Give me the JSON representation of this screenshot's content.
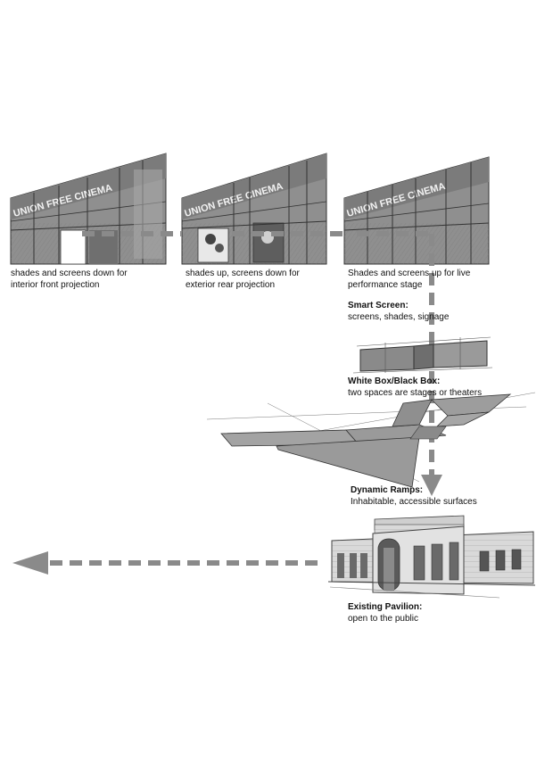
{
  "facades": [
    {
      "sign": "UNION FREE CINEMA",
      "caption": [
        "shades and screens down for",
        "interior front projection"
      ]
    },
    {
      "sign": "UNION FREE CINEMA",
      "caption": [
        "shades up, screens down for",
        "exterior rear projection"
      ]
    },
    {
      "sign": "UNION FREE CINEMA",
      "caption": [
        "Shades and screens up for live",
        "performance stage"
      ]
    }
  ],
  "stages": [
    {
      "title": "Smart Screen:",
      "subtitle": "screens, shades, signage"
    },
    {
      "title": "White Box/Black Box:",
      "subtitle": "two spaces are stages or theaters"
    },
    {
      "title": "Dynamic Ramps:",
      "subtitle": "Inhabitable, accessible surfaces"
    },
    {
      "title": "Existing Pavilion:",
      "subtitle": "open to the public"
    }
  ],
  "colors": {
    "glass": "#8e8e8e",
    "glass_dark": "#6d6d6d",
    "frame": "#3a3a3a",
    "arrow": "#888888",
    "box": "#8a8a8a",
    "ramp": "#9a9a9a",
    "pavilion": "#d6d6d6"
  }
}
